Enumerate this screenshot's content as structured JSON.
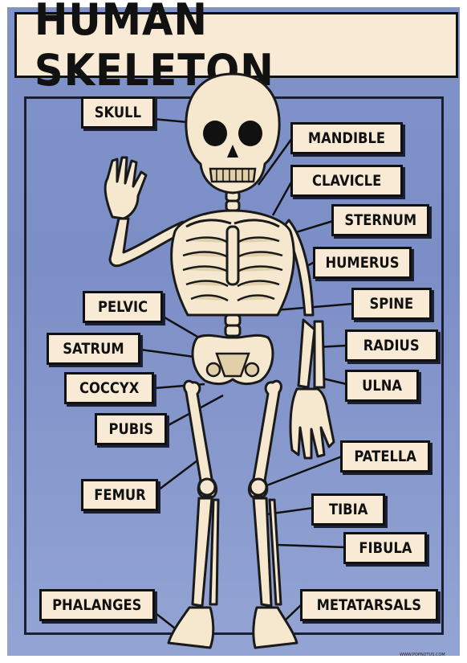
{
  "title": "HUMAN SKELETON",
  "labels": {
    "skull": "SKULL",
    "mandible": "MANDIBLE",
    "clavicle": "CLAVICLE",
    "sternum": "STERNUM",
    "humerus": "HUMERUS",
    "spine": "SPINE",
    "pelvic": "PELVIC",
    "satrum": "SATRUM",
    "radius": "RADIUS",
    "coccyx": "COCCYX",
    "ulna": "ULNA",
    "pubis": "PUBIS",
    "patella": "PATELLA",
    "femur": "FEMUR",
    "tibia": "TIBIA",
    "fibula": "FIBULA",
    "phalanges": "PHALANGES",
    "metatarsals": "METATARSALS"
  },
  "credit": "WWW.POPNOTUS.COM",
  "colors": {
    "background": "#7f93c9",
    "banner": "#f8ead5",
    "bone": "#f5e8cf",
    "outline": "#111111"
  }
}
